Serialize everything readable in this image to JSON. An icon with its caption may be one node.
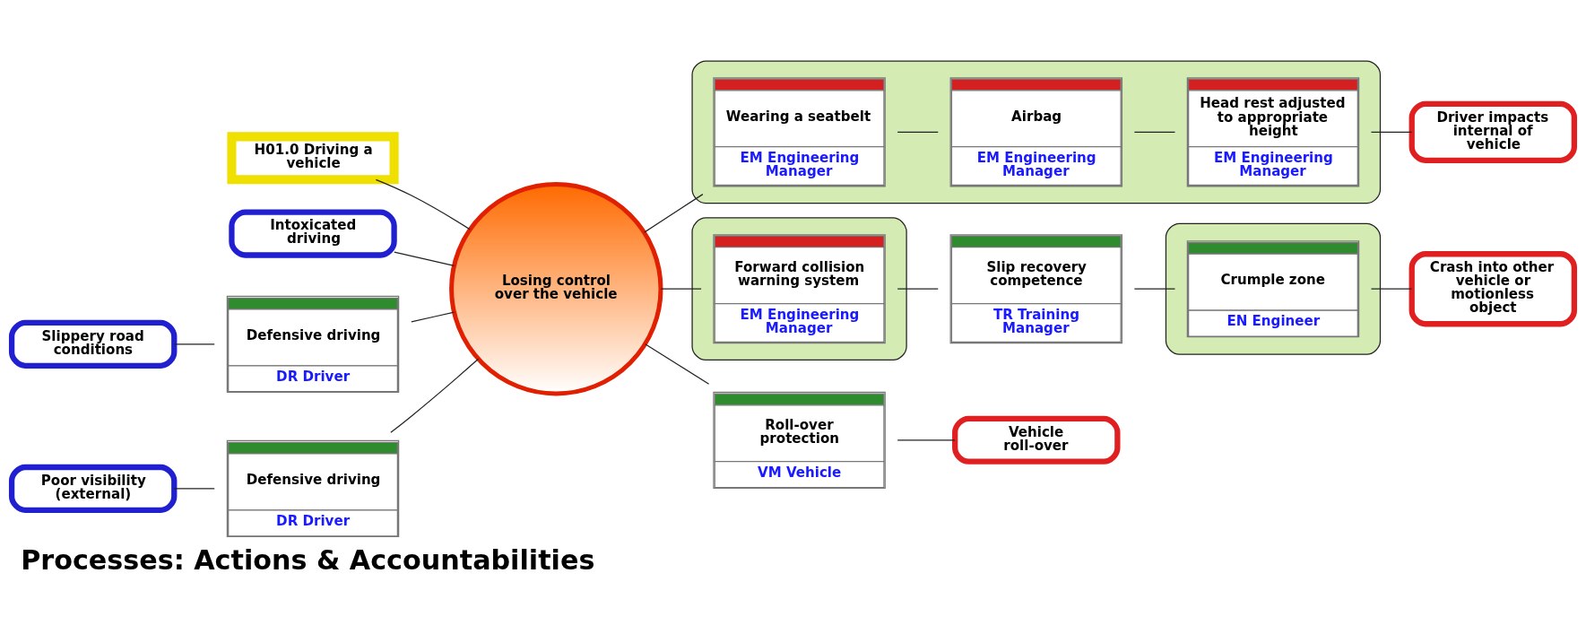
{
  "diagram": {
    "title": "Processes: Actions & Accountabilities",
    "nodes": [
      {
        "text": [
          "H01.0 Driving a vehicle"
        ]
      },
      {
        "text": [
          "Losing control over the vehicle"
        ]
      },
      {
        "text": [
          "Intoxicated driving"
        ]
      },
      {
        "text": [
          "Slippery road conditions"
        ]
      },
      {
        "text": [
          "Defensive driving",
          "DR Driver"
        ]
      },
      {
        "text": [
          "Poor visibility (external)"
        ]
      },
      {
        "text": [
          "Defensive driving",
          "DR Driver"
        ]
      },
      {
        "text": [],
        "shape": "box"
      },
      {
        "text": [
          "Forward collision warning system",
          "EM Engineering Manager"
        ],
        "in": 7
      },
      {
        "text": [
          "Slip recovery competence",
          "TR Training Manager"
        ]
      },
      {
        "text": [],
        "shape": "box"
      },
      {
        "text": [
          "Crumple zone",
          "EN Engineer"
        ],
        "in": 10
      },
      {
        "text": [
          "Crash into other vehicle or motionless object"
        ]
      },
      {
        "text": [],
        "shape": "box"
      },
      {
        "text": [
          "Wearing a seatbelt",
          "EM Engineering Manager"
        ],
        "in": 13
      },
      {
        "text": [
          "Airbag",
          "EM Engineering Manager"
        ],
        "in": 13
      },
      {
        "text": [
          "Head rest adjusted to appropriate height",
          "EM Engineering Manager"
        ],
        "in": 13
      },
      {
        "text": [
          "Driver impacts internal of vehicle"
        ]
      },
      {
        "text": [
          "Roll-over protection",
          "VM Vehicle"
        ]
      },
      {
        "text": [
          "Vehicle roll-over"
        ]
      }
    ],
    "edges": [
      {
        "from": 0,
        "to": 1,
        "arrow": "none"
      },
      {
        "from": 2,
        "to": 1,
        "arrow": "none"
      },
      {
        "from": 3,
        "to": 4,
        "arrow": "none"
      },
      {
        "from": 4,
        "to": 1,
        "arrow": "none"
      },
      {
        "from": 5,
        "to": 6,
        "arrow": "none"
      },
      {
        "from": 6,
        "to": 1,
        "arrow": "none"
      },
      {
        "from": 1,
        "to": 8,
        "arrow": "none"
      },
      {
        "from": 8,
        "to": 9,
        "arrow": "none"
      },
      {
        "from": 9,
        "to": 11,
        "arrow": "none"
      },
      {
        "from": 11,
        "to": 12,
        "arrow": "none"
      },
      {
        "from": 1,
        "to": 14,
        "arrow": "none"
      },
      {
        "from": 14,
        "to": 15,
        "arrow": "none"
      },
      {
        "from": 15,
        "to": 16,
        "arrow": "none"
      },
      {
        "from": 16,
        "to": 17,
        "arrow": "none"
      },
      {
        "from": 1,
        "to": 18,
        "arrow": "none"
      },
      {
        "from": 18,
        "to": 19,
        "arrow": "none"
      }
    ]
  }
}
